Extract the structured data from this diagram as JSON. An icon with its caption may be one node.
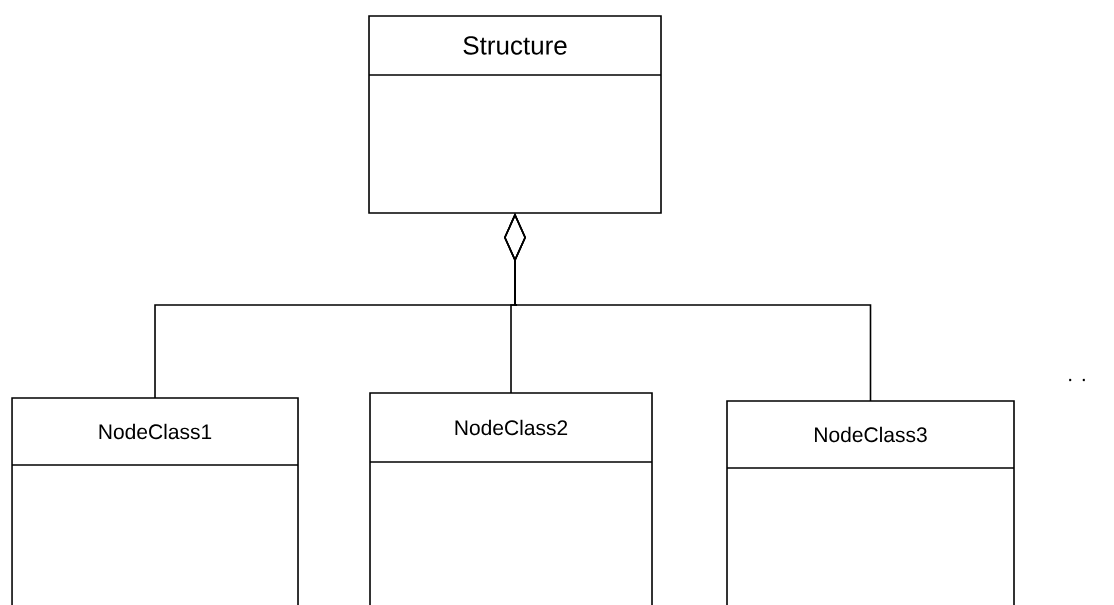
{
  "diagram": {
    "nodes": [
      {
        "text": [
          "Structure"
        ]
      },
      {
        "text": [
          "NodeClass1"
        ]
      },
      {
        "text": [
          "NodeClass2"
        ]
      },
      {
        "text": [
          "NodeClass3"
        ]
      }
    ],
    "edges": [
      {
        "from": 1,
        "to": 0,
        "arrow": "other"
      },
      {
        "from": 2,
        "to": 0,
        "arrow": "other"
      },
      {
        "from": 3,
        "to": 0,
        "arrow": "other"
      }
    ],
    "labels": [
      ". ."
    ]
  }
}
